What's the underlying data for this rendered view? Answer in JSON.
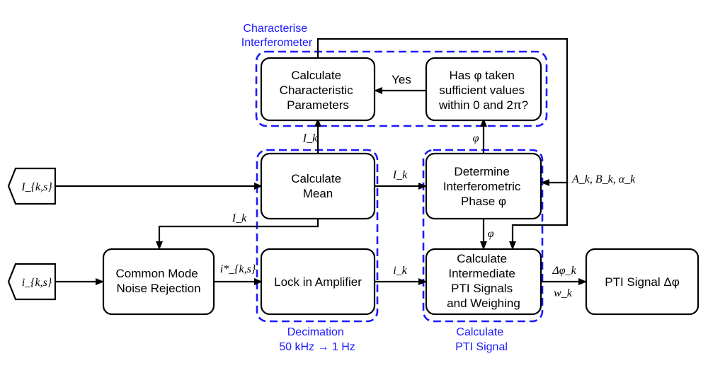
{
  "nodes": {
    "input_I": "I_{k,s}",
    "input_i": "i_{k,s}",
    "calc_char": [
      "Calculate",
      "Characteristic",
      "Parameters"
    ],
    "has_phi": [
      "Has φ taken",
      "sufficient values",
      "within 0 and 2π?"
    ],
    "calc_mean": [
      "Calculate",
      "Mean"
    ],
    "det_phase": [
      "Determine",
      "Interferometric",
      "Phase φ"
    ],
    "cmnr": [
      "Common Mode",
      "Noise Rejection"
    ],
    "lock_in": [
      "Lock in Amplifier"
    ],
    "calc_inter": [
      "Calculate",
      "Intermediate",
      "PTI Signals",
      "and Weighing"
    ],
    "pti_out": [
      "PTI Signal Δφ"
    ]
  },
  "groups": {
    "characterise": [
      "Characterise",
      "Interferometer"
    ],
    "decimation": [
      "Decimation",
      "50 kHz → 1 Hz"
    ],
    "calc_pti": [
      "Calculate",
      "PTI Signal"
    ]
  },
  "edge_labels": {
    "yes": "Yes",
    "Ik_up": "I_k",
    "Ik_right": "I_k",
    "Ik_down": "I_k",
    "phi_up": "φ",
    "phi_down": "φ",
    "params": "A_k, B_k, α_k",
    "ik_star": "i*_{k,s}",
    "ik_small": "i_k",
    "dphi": "Δφ_k",
    "wk": "w_k"
  },
  "colors": {
    "group_outline": "#1a1aff",
    "stroke": "#000000",
    "background": "#ffffff"
  }
}
